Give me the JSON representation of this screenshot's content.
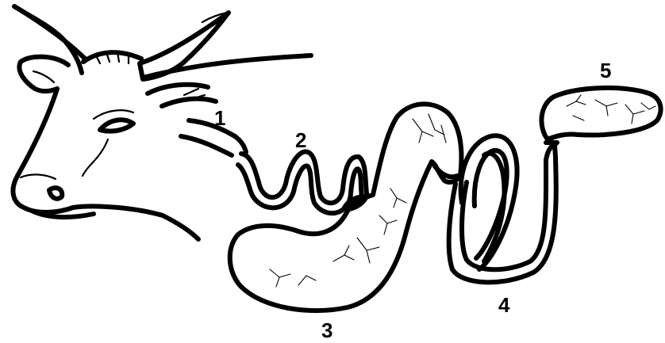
{
  "labels": {
    "l1": "1",
    "l2": "2",
    "l3": "3",
    "l4": "4",
    "l5": "5"
  },
  "colors": {
    "ink": "#000000",
    "background": "#ffffff"
  }
}
